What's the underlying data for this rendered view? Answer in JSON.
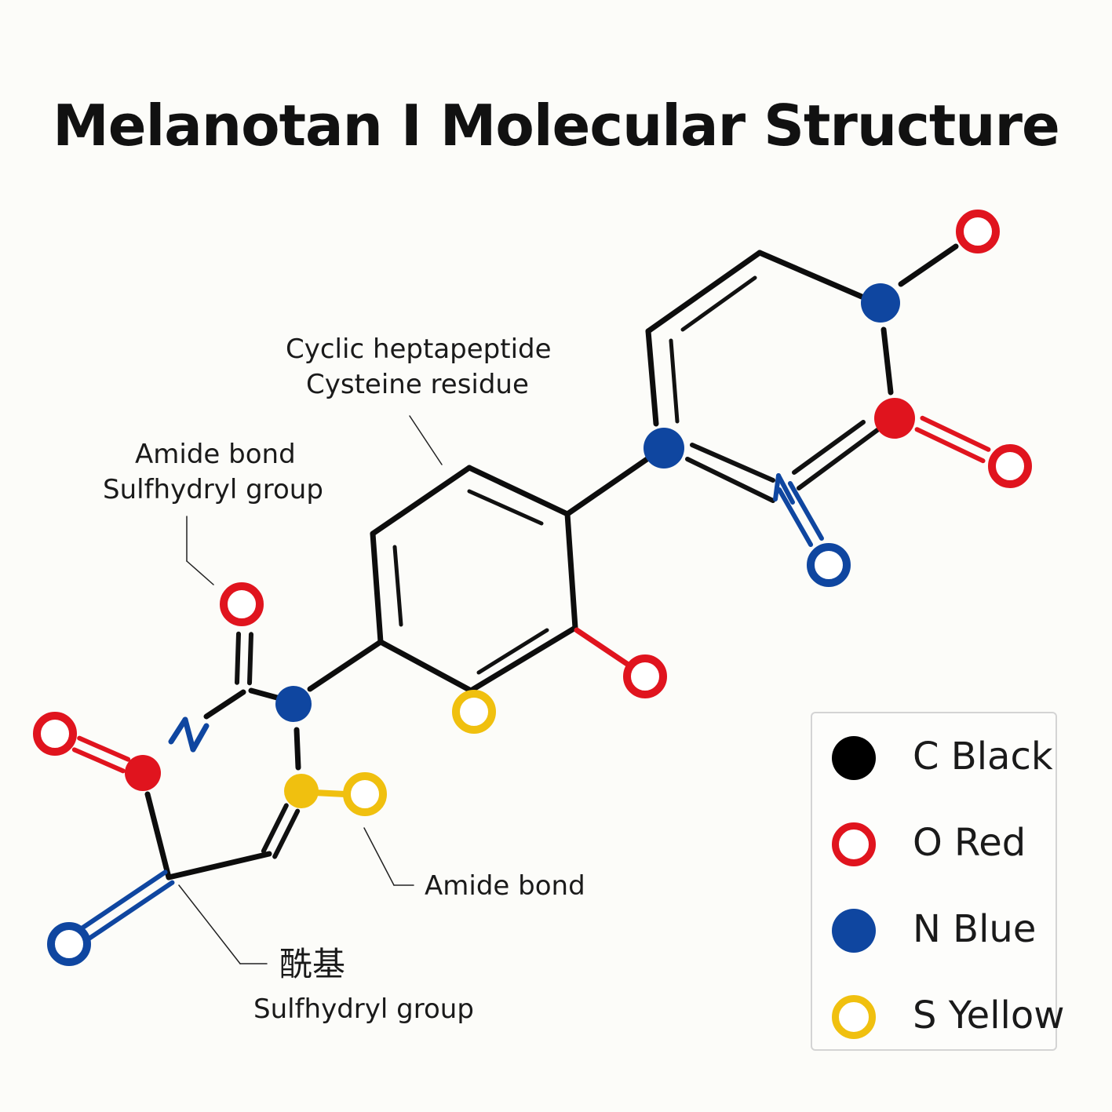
{
  "title": "Melanotan I Molecular Structure",
  "colors": {
    "carbon": "#000000",
    "oxygen": "#e0141e",
    "nitrogen": "#0f46a0",
    "sulfur": "#f0c00f",
    "bond": "#0d0d0d"
  },
  "atom_labels": {
    "n_upper": "N",
    "n_lower": "N"
  },
  "annotations": {
    "top_line1": "Cyclic heptapeptide",
    "top_line2": "Cysteine residue",
    "left_line1": "Amide bond",
    "left_line2": "Sulfhydryl group",
    "right_bottom": "Amide bond",
    "bottom_line1": "酰基",
    "bottom_line2": "Sulfhydryl group"
  },
  "legend": [
    {
      "label": "C Black",
      "color": "#000000",
      "style": "filled"
    },
    {
      "label": "O Red",
      "color": "#e0141e",
      "style": "ring"
    },
    {
      "label": "N Blue",
      "color": "#0f46a0",
      "style": "filled"
    },
    {
      "label": "S Yellow",
      "color": "#f0c00f",
      "style": "ring"
    }
  ]
}
